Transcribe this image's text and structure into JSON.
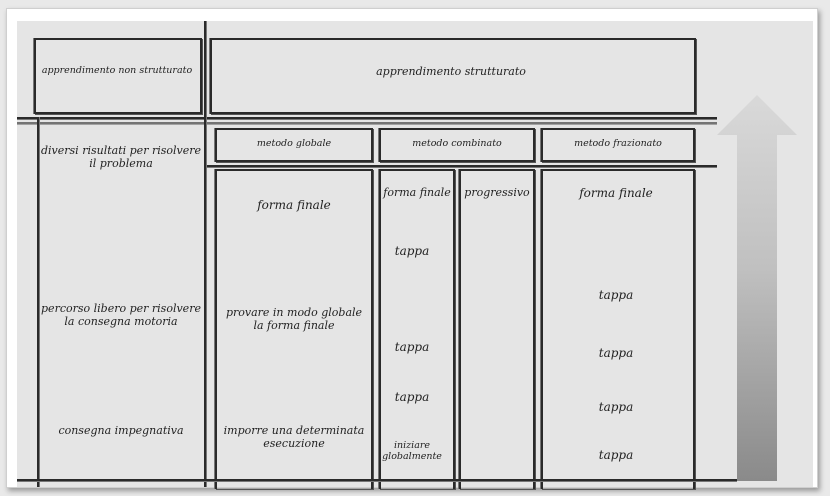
{
  "headers": {
    "unstructured": "apprendimento non strutturato",
    "structured": "apprendimento strutturato",
    "global_method": "metodo globale",
    "combined_method": "metodo combinato",
    "fractional_method": "metodo frazionato",
    "combined_final": "forma finale",
    "combined_progressive": "progressivo",
    "fractional_final": "forma finale"
  },
  "unstructured_col": [
    "diversi risultati per risolvere\nil problema",
    "percorso libero per risolvere\nla consegna motoria",
    "consegna impegnativa"
  ],
  "global_col": [
    "forma finale",
    "provare in modo globale\nla forma finale",
    "imporre una determinata\nesecuzione"
  ],
  "combined_col": [
    "tappa",
    "tappa",
    "tappa",
    "iniziare\nglobalmente"
  ],
  "fractional_col": [
    "tappa",
    "tappa",
    "tappa",
    "tappa"
  ],
  "colors": {
    "line": "#2a2a2a",
    "background": "#e5e5e5",
    "arrow_top": "#c8c8c8",
    "arrow_bottom": "#8f8f8f"
  },
  "icons": {
    "arrow": "progression-arrow-icon"
  }
}
